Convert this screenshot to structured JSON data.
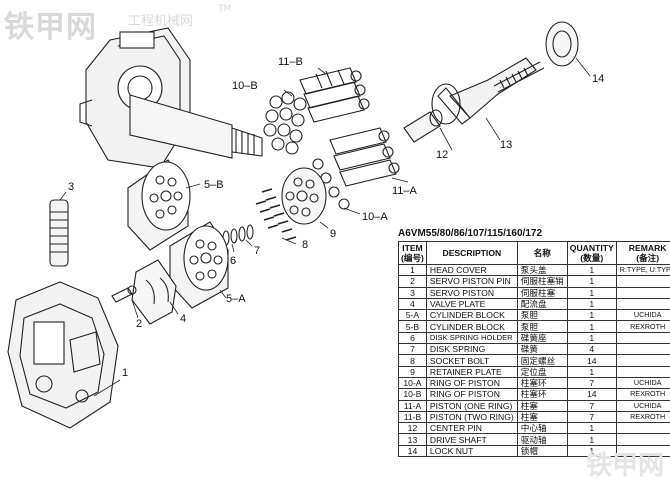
{
  "watermark": {
    "main": "铁甲网",
    "sub": "工程机械网",
    "tm": "TM",
    "corner": "铁甲网"
  },
  "diagram": {
    "callouts": [
      "1",
      "2",
      "3",
      "4",
      "5–A",
      "5–B",
      "6",
      "7",
      "8",
      "9",
      "10–A",
      "10–B",
      "11–A",
      "11–B",
      "12",
      "13",
      "14"
    ]
  },
  "table": {
    "model": "A6VM55/80/86/107/115/160/172",
    "headers": {
      "item": "ITEM",
      "item_cn": "(编号)",
      "description": "DESCRIPTION",
      "name_cn": "名称",
      "quantity": "QUANTITY",
      "quantity_cn": "(数量)",
      "remark": "REMARK",
      "remark_cn": "(备注)"
    },
    "rows": [
      {
        "item": "1",
        "desc": "HEAD COVER",
        "cn": "泵头盖",
        "qty": "1",
        "remark": "R:TYPE, U:TYPE"
      },
      {
        "item": "2",
        "desc": "SERVO PISTON PIN",
        "cn": "伺服柱塞销",
        "qty": "1",
        "remark": ""
      },
      {
        "item": "3",
        "desc": "SERVO PISTON",
        "cn": "伺服柱塞",
        "qty": "1",
        "remark": ""
      },
      {
        "item": "4",
        "desc": "VALVE PLATE",
        "cn": "配流盘",
        "qty": "1",
        "remark": ""
      },
      {
        "item": "5-A",
        "desc": "CYLINDER BLOCK",
        "cn": "泵胆",
        "qty": "1",
        "remark": "UCHIDA"
      },
      {
        "item": "5-B",
        "desc": "CYLINDER BLOCK",
        "cn": "泵胆",
        "qty": "1",
        "remark": "REXROTH"
      },
      {
        "item": "6",
        "desc": "DISK SPRING HOLDER",
        "cn": "碟簧座",
        "qty": "1",
        "remark": ""
      },
      {
        "item": "7",
        "desc": "DISK SPRING",
        "cn": "碟簧",
        "qty": "4",
        "remark": ""
      },
      {
        "item": "8",
        "desc": "SOCKET BOLT",
        "cn": "固定螺丝",
        "qty": "14",
        "remark": ""
      },
      {
        "item": "9",
        "desc": "RETAINER PLATE",
        "cn": "定位盘",
        "qty": "1",
        "remark": ""
      },
      {
        "item": "10-A",
        "desc": "RING OF PISTON",
        "cn": "柱塞环",
        "qty": "7",
        "remark": "UCHIDA"
      },
      {
        "item": "10-B",
        "desc": "RING OF PISTON",
        "cn": "柱塞环",
        "qty": "14",
        "remark": "REXROTH"
      },
      {
        "item": "11-A",
        "desc": "PISTON (ONE RING)",
        "cn": "柱塞",
        "qty": "7",
        "remark": "UCHIDA"
      },
      {
        "item": "11-B",
        "desc": "PISTON (TWO RING)",
        "cn": "柱塞",
        "qty": "7",
        "remark": "REXROTH"
      },
      {
        "item": "12",
        "desc": "CENTER PIN",
        "cn": "中心轴",
        "qty": "1",
        "remark": ""
      },
      {
        "item": "13",
        "desc": "DRIVE SHAFT",
        "cn": "驱动轴",
        "qty": "1",
        "remark": ""
      },
      {
        "item": "14",
        "desc": "LOCK NUT",
        "cn": "锁帽",
        "qty": "1",
        "remark": ""
      }
    ]
  }
}
